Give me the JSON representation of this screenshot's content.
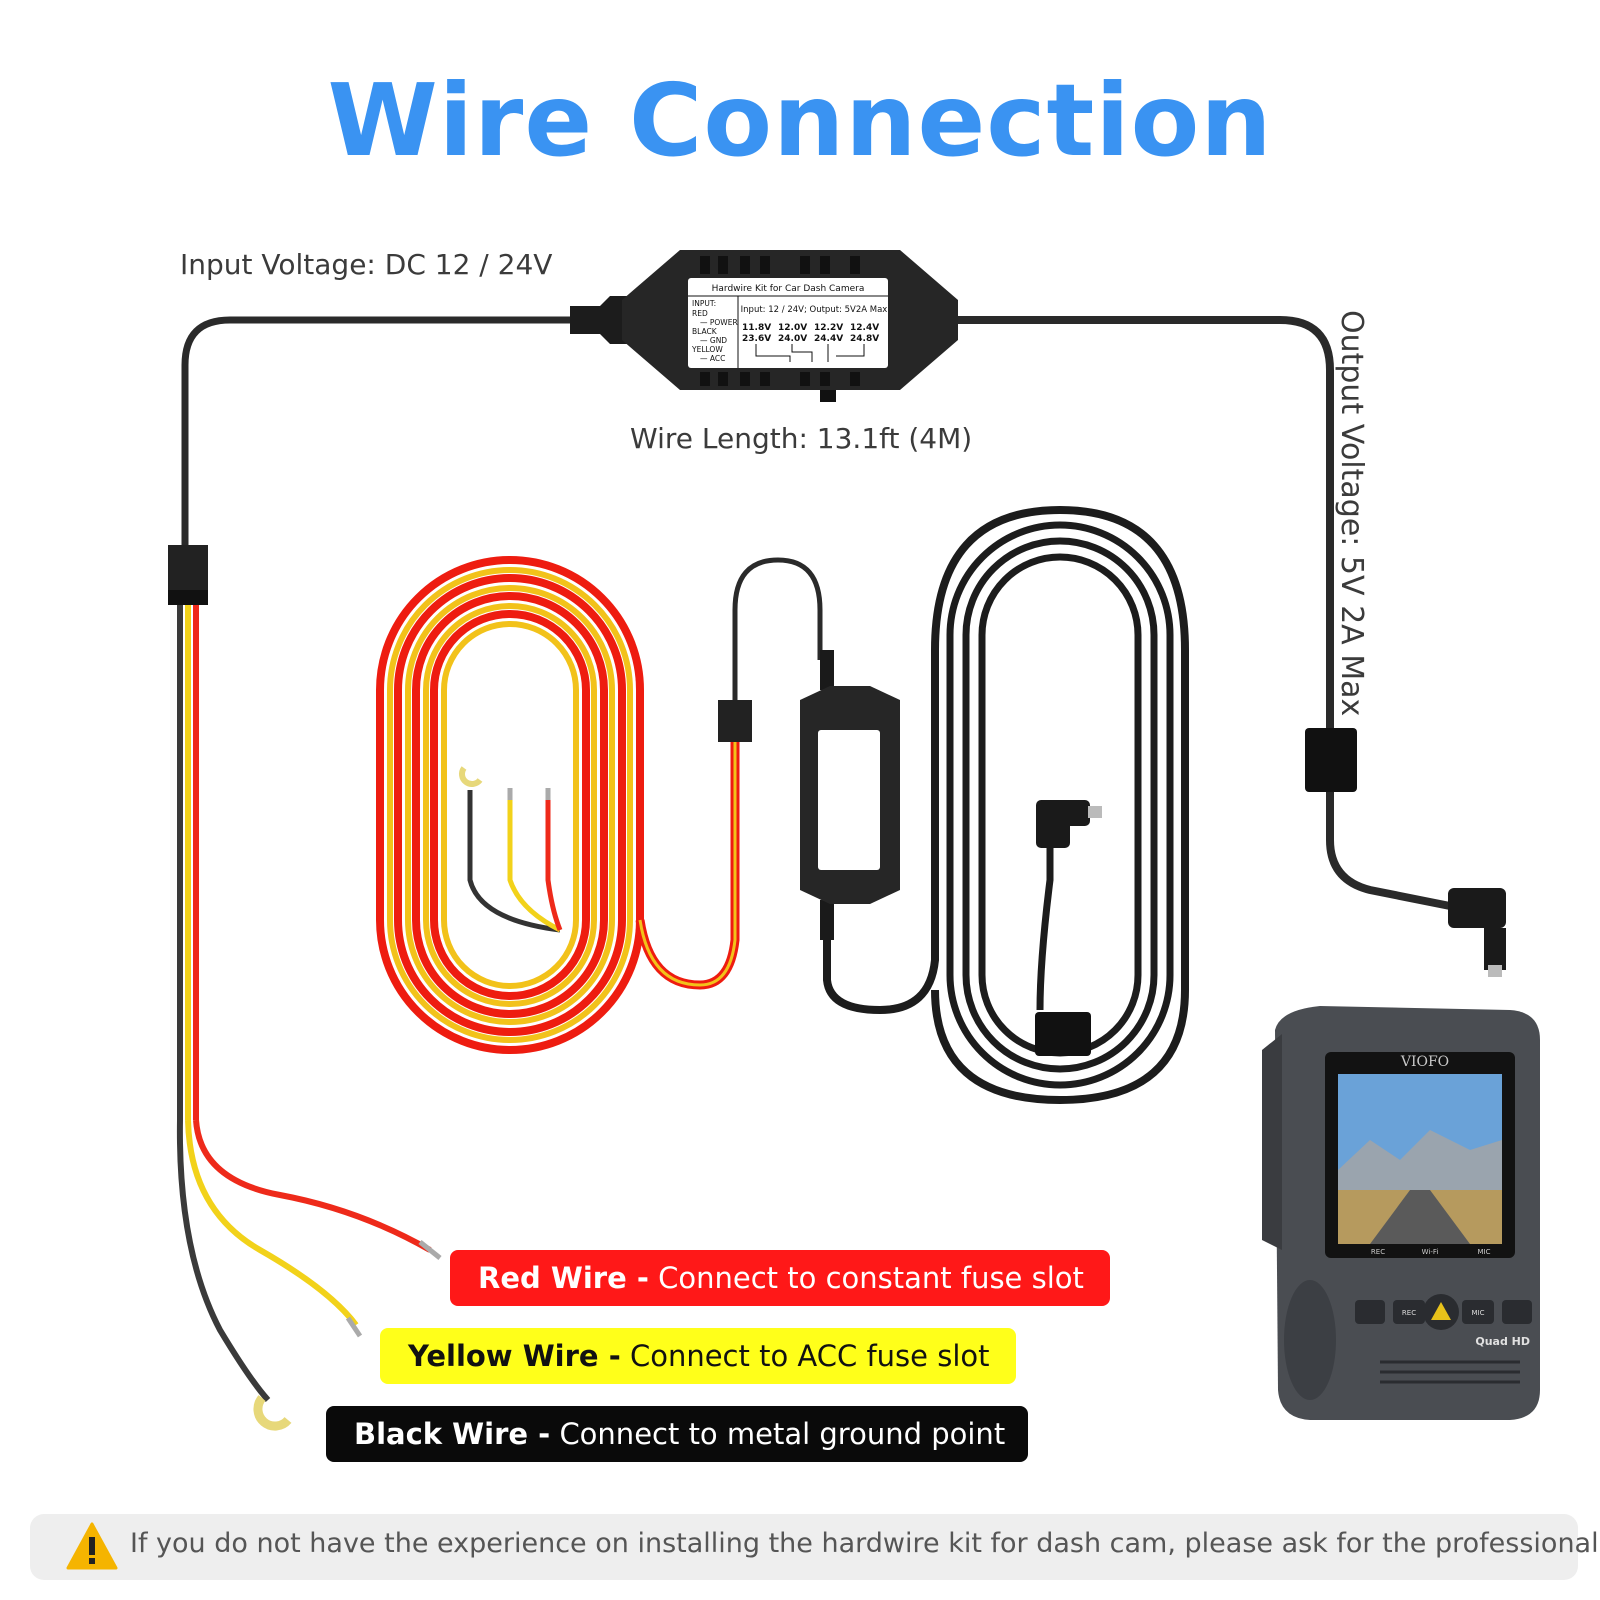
{
  "title": "Wire Connection",
  "labels": {
    "input_voltage": "Input Voltage: DC 12 / 24V",
    "wire_length": "Wire Length: 13.1ft (4M)",
    "output_voltage": "Output Voltage: 5V 2A Max"
  },
  "module_label": {
    "heading": "Hardwire Kit for Car Dash Camera",
    "spec": "Input: 12 / 24V; Output: 5V2A Max",
    "inputs": [
      "INPUT:",
      "RED",
      "— POWER",
      "BLACK",
      "— GND",
      "YELLOW",
      "— ACC"
    ],
    "v_row1": [
      "11.8V",
      "12.0V",
      "12.2V",
      "12.4V"
    ],
    "v_row2": [
      "23.6V",
      "24.0V",
      "24.4V",
      "24.8V"
    ]
  },
  "camera": {
    "brand": "VIOFO",
    "model_badge": "Quad HD",
    "indicators": [
      "REC",
      "Wi-Fi",
      "MIC"
    ],
    "buttons": [
      "REC",
      "MIC"
    ]
  },
  "wires": [
    {
      "name": "Red Wire -",
      "action": "Connect to constant fuse slot",
      "color": "#ff1818"
    },
    {
      "name": "Yellow Wire -",
      "action": "Connect to ACC fuse slot",
      "color": "#ffff1a"
    },
    {
      "name": "Black Wire -",
      "action": "Connect to metal ground point",
      "color": "#0a0a0a"
    }
  ],
  "notice": "If you do not have the experience on installing the hardwire kit for dash cam, please ask for the professional.",
  "colors": {
    "title": "#3a93f2",
    "red": "#ff1818",
    "yellow": "#ffff1a",
    "black": "#0a0a0a",
    "notice_bg": "#eeeeee",
    "warning": "#f5b400"
  }
}
